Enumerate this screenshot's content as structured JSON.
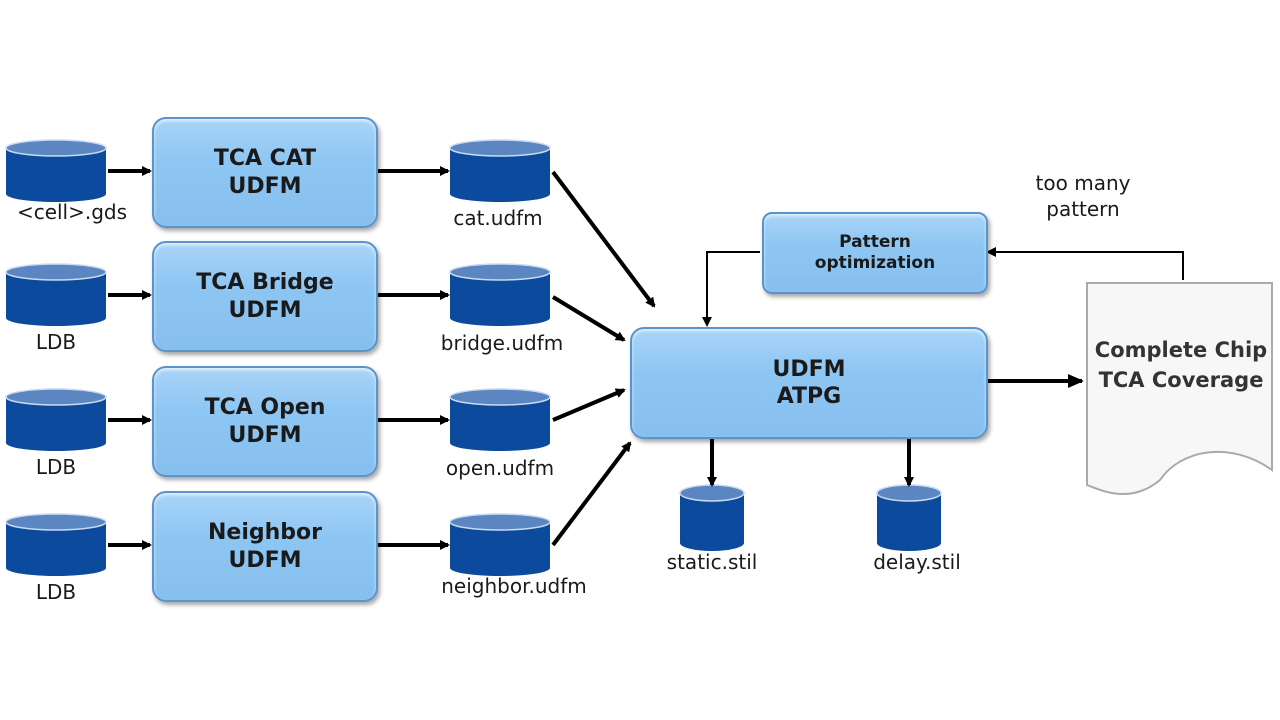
{
  "inputs": [
    {
      "label": "<cell>.gds"
    },
    {
      "label": "LDB"
    },
    {
      "label": "LDB"
    },
    {
      "label": "LDB"
    }
  ],
  "processes": [
    {
      "line1": "TCA CAT",
      "line2": "UDFM"
    },
    {
      "line1": "TCA Bridge",
      "line2": "UDFM"
    },
    {
      "line1": "TCA Open",
      "line2": "UDFM"
    },
    {
      "line1": "Neighbor",
      "line2": "UDFM"
    }
  ],
  "outputs": [
    {
      "label": "cat.udfm"
    },
    {
      "label": "bridge.udfm"
    },
    {
      "label": "open.udfm"
    },
    {
      "label": "neighbor.udfm"
    }
  ],
  "atpg": {
    "line1": "UDFM",
    "line2": "ATPG"
  },
  "optimization": {
    "line1": "Pattern",
    "line2": "optimization"
  },
  "feedback_note": {
    "line1": "too many",
    "line2": "pattern"
  },
  "report": {
    "line1": "Complete Chip",
    "line2": "TCA Coverage"
  },
  "patterns": [
    {
      "label": "static.stil"
    },
    {
      "label": "delay.stil"
    }
  ],
  "colors": {
    "cylinder": "#0b4a9c",
    "cylinder_top": "#5b86c2",
    "box": "#8ec6f3",
    "arrow": "#000000"
  }
}
